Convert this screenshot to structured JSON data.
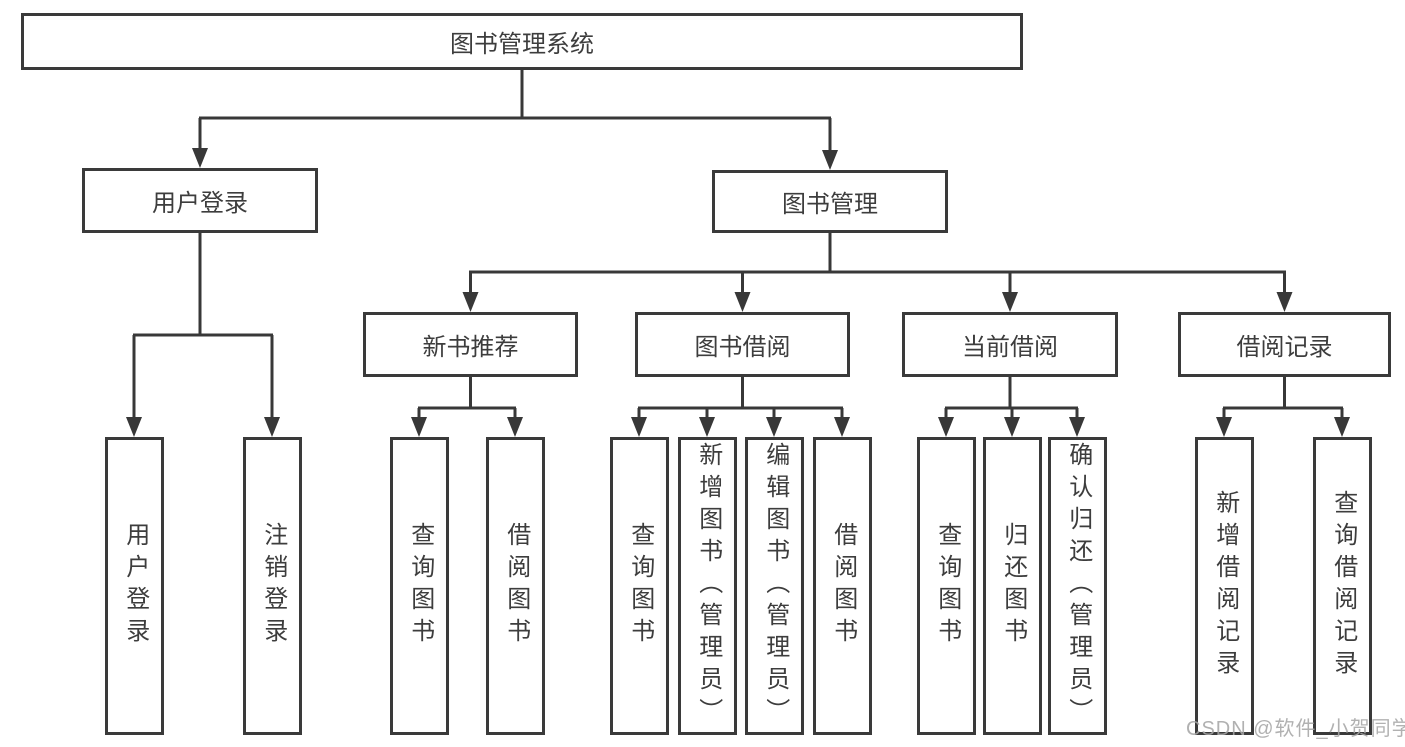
{
  "colors": {
    "line": "#383838",
    "box_border": "#3a3a3a",
    "text": "#3d3d3d",
    "background": "#ffffff",
    "watermark": "#a6a6a6"
  },
  "diagram": {
    "root": "图书管理系统",
    "level1": [
      "用户登录",
      "图书管理"
    ],
    "level2": [
      "新书推荐",
      "图书借阅",
      "当前借阅",
      "借阅记录"
    ],
    "leaves": [
      "用户登录",
      "注销登录",
      "查询图书",
      "借阅图书",
      "查询图书",
      "新增图书（管理员）",
      "编辑图书（管理员）",
      "借阅图书",
      "查询图书",
      "归还图书",
      "确认归还（管理员）",
      "新增借阅记录",
      "查询借阅记录"
    ]
  },
  "watermark": "CSDN @软件_小贺同学"
}
